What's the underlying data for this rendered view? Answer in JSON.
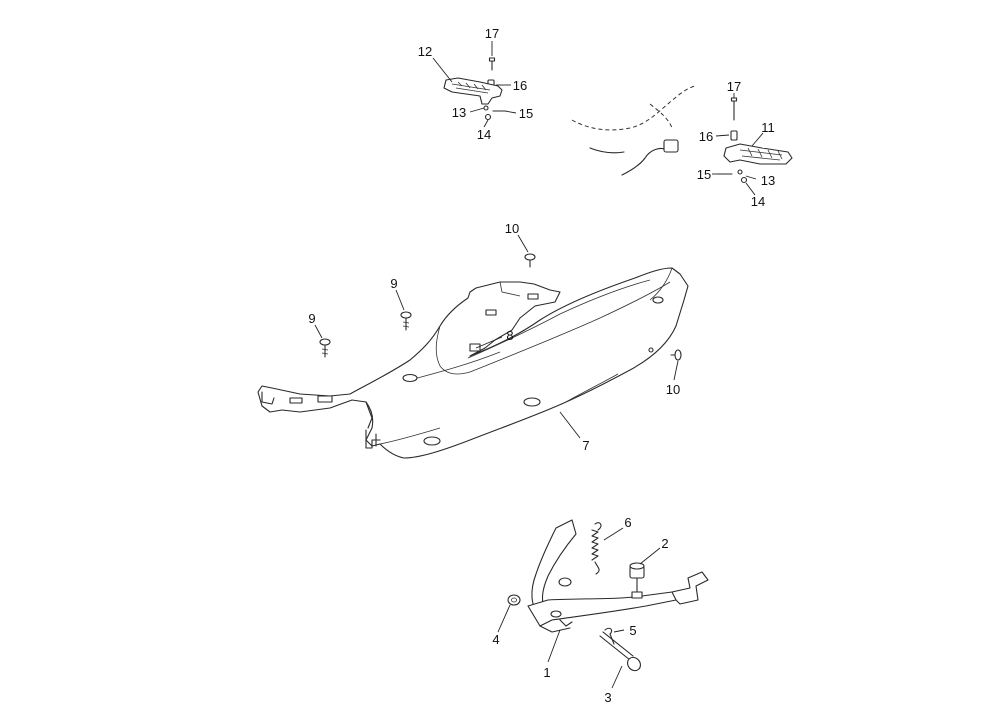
{
  "diagram": {
    "colors": {
      "line": "#2a2a2a",
      "background": "#ffffff"
    },
    "callouts": {
      "c1": "1",
      "c2": "2",
      "c3": "3",
      "c4": "4",
      "c5": "5",
      "c6": "6",
      "c7": "7",
      "c8": "8",
      "c9a": "9",
      "c9b": "9",
      "c10a": "10",
      "c10b": "10",
      "c11": "11",
      "c12": "12",
      "c13a": "13",
      "c13b": "13",
      "c14a": "14",
      "c14b": "14",
      "c15a": "15",
      "c15b": "15",
      "c16a": "16",
      "c16b": "16",
      "c17a": "17",
      "c17b": "17"
    }
  }
}
